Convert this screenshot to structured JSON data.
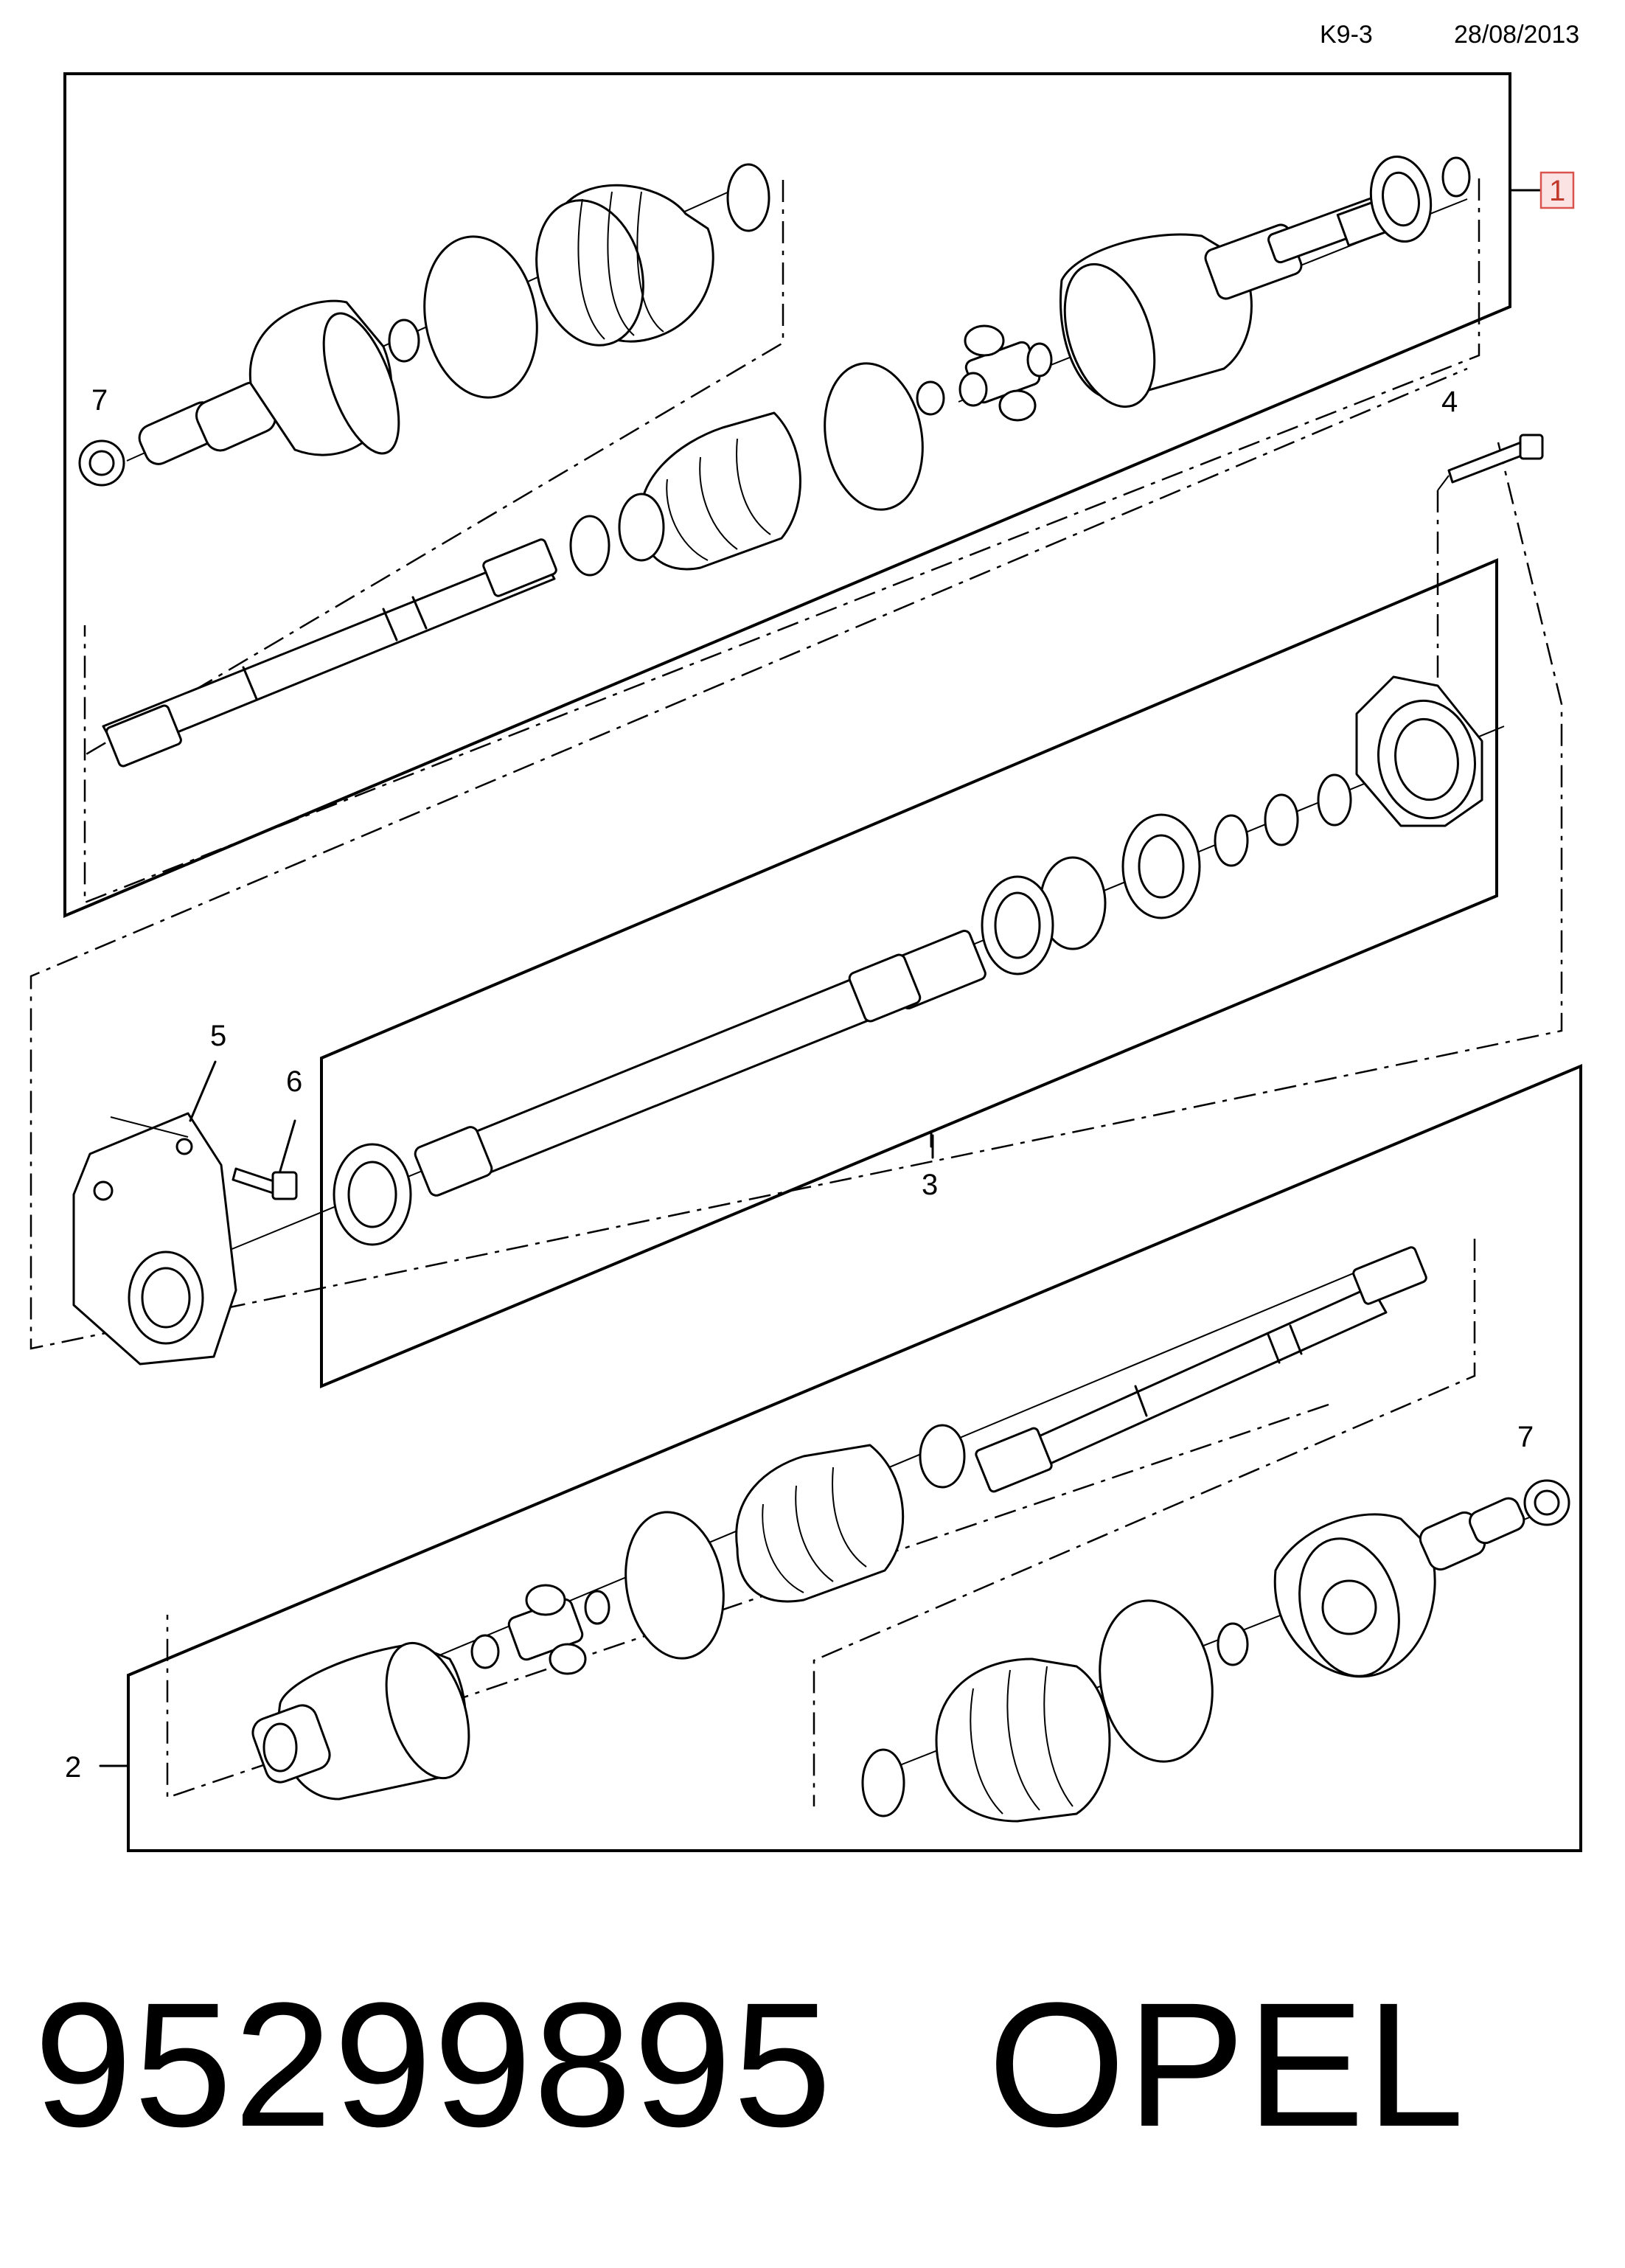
{
  "header": {
    "code": "K9-3",
    "date": "28/08/2013"
  },
  "callouts": {
    "c1": "1",
    "c2": "2",
    "c3": "3",
    "c4": "4",
    "c5": "5",
    "c6": "6",
    "c7a": "7",
    "c7b": "7"
  },
  "footer": {
    "part_number": "95299895",
    "brand": "OPEL"
  },
  "colors": {
    "highlight_box": "#fbe3e3",
    "highlight_border": "#d9534f",
    "highlight_text": "#c0392b"
  }
}
